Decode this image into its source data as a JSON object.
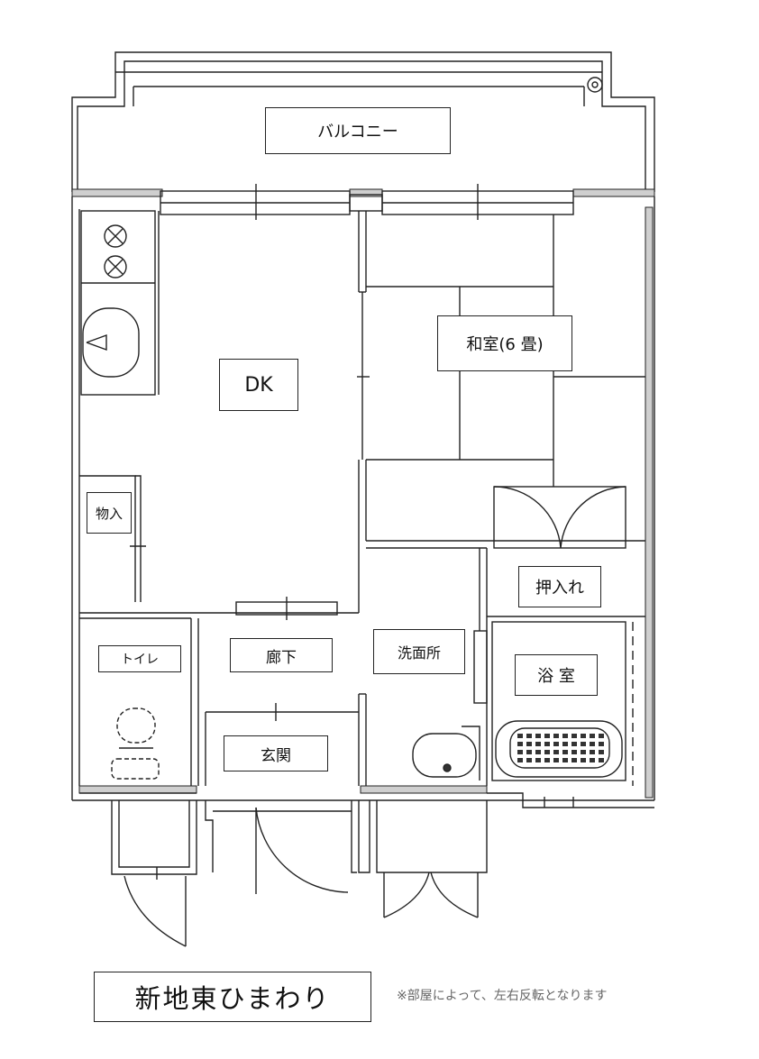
{
  "rooms": {
    "balcony": "バルコニー",
    "dk": "DK",
    "washitsu": "和室(6 畳)",
    "monoire": "物入",
    "oshiire": "押入れ",
    "toilet": "トイレ",
    "rouka": "廊下",
    "senmenjo": "洗面所",
    "yokushitsu": "浴 室",
    "genkan": "玄関"
  },
  "property_name": "新地東ひまわり",
  "note": "※部屋によって、左右反転となります"
}
